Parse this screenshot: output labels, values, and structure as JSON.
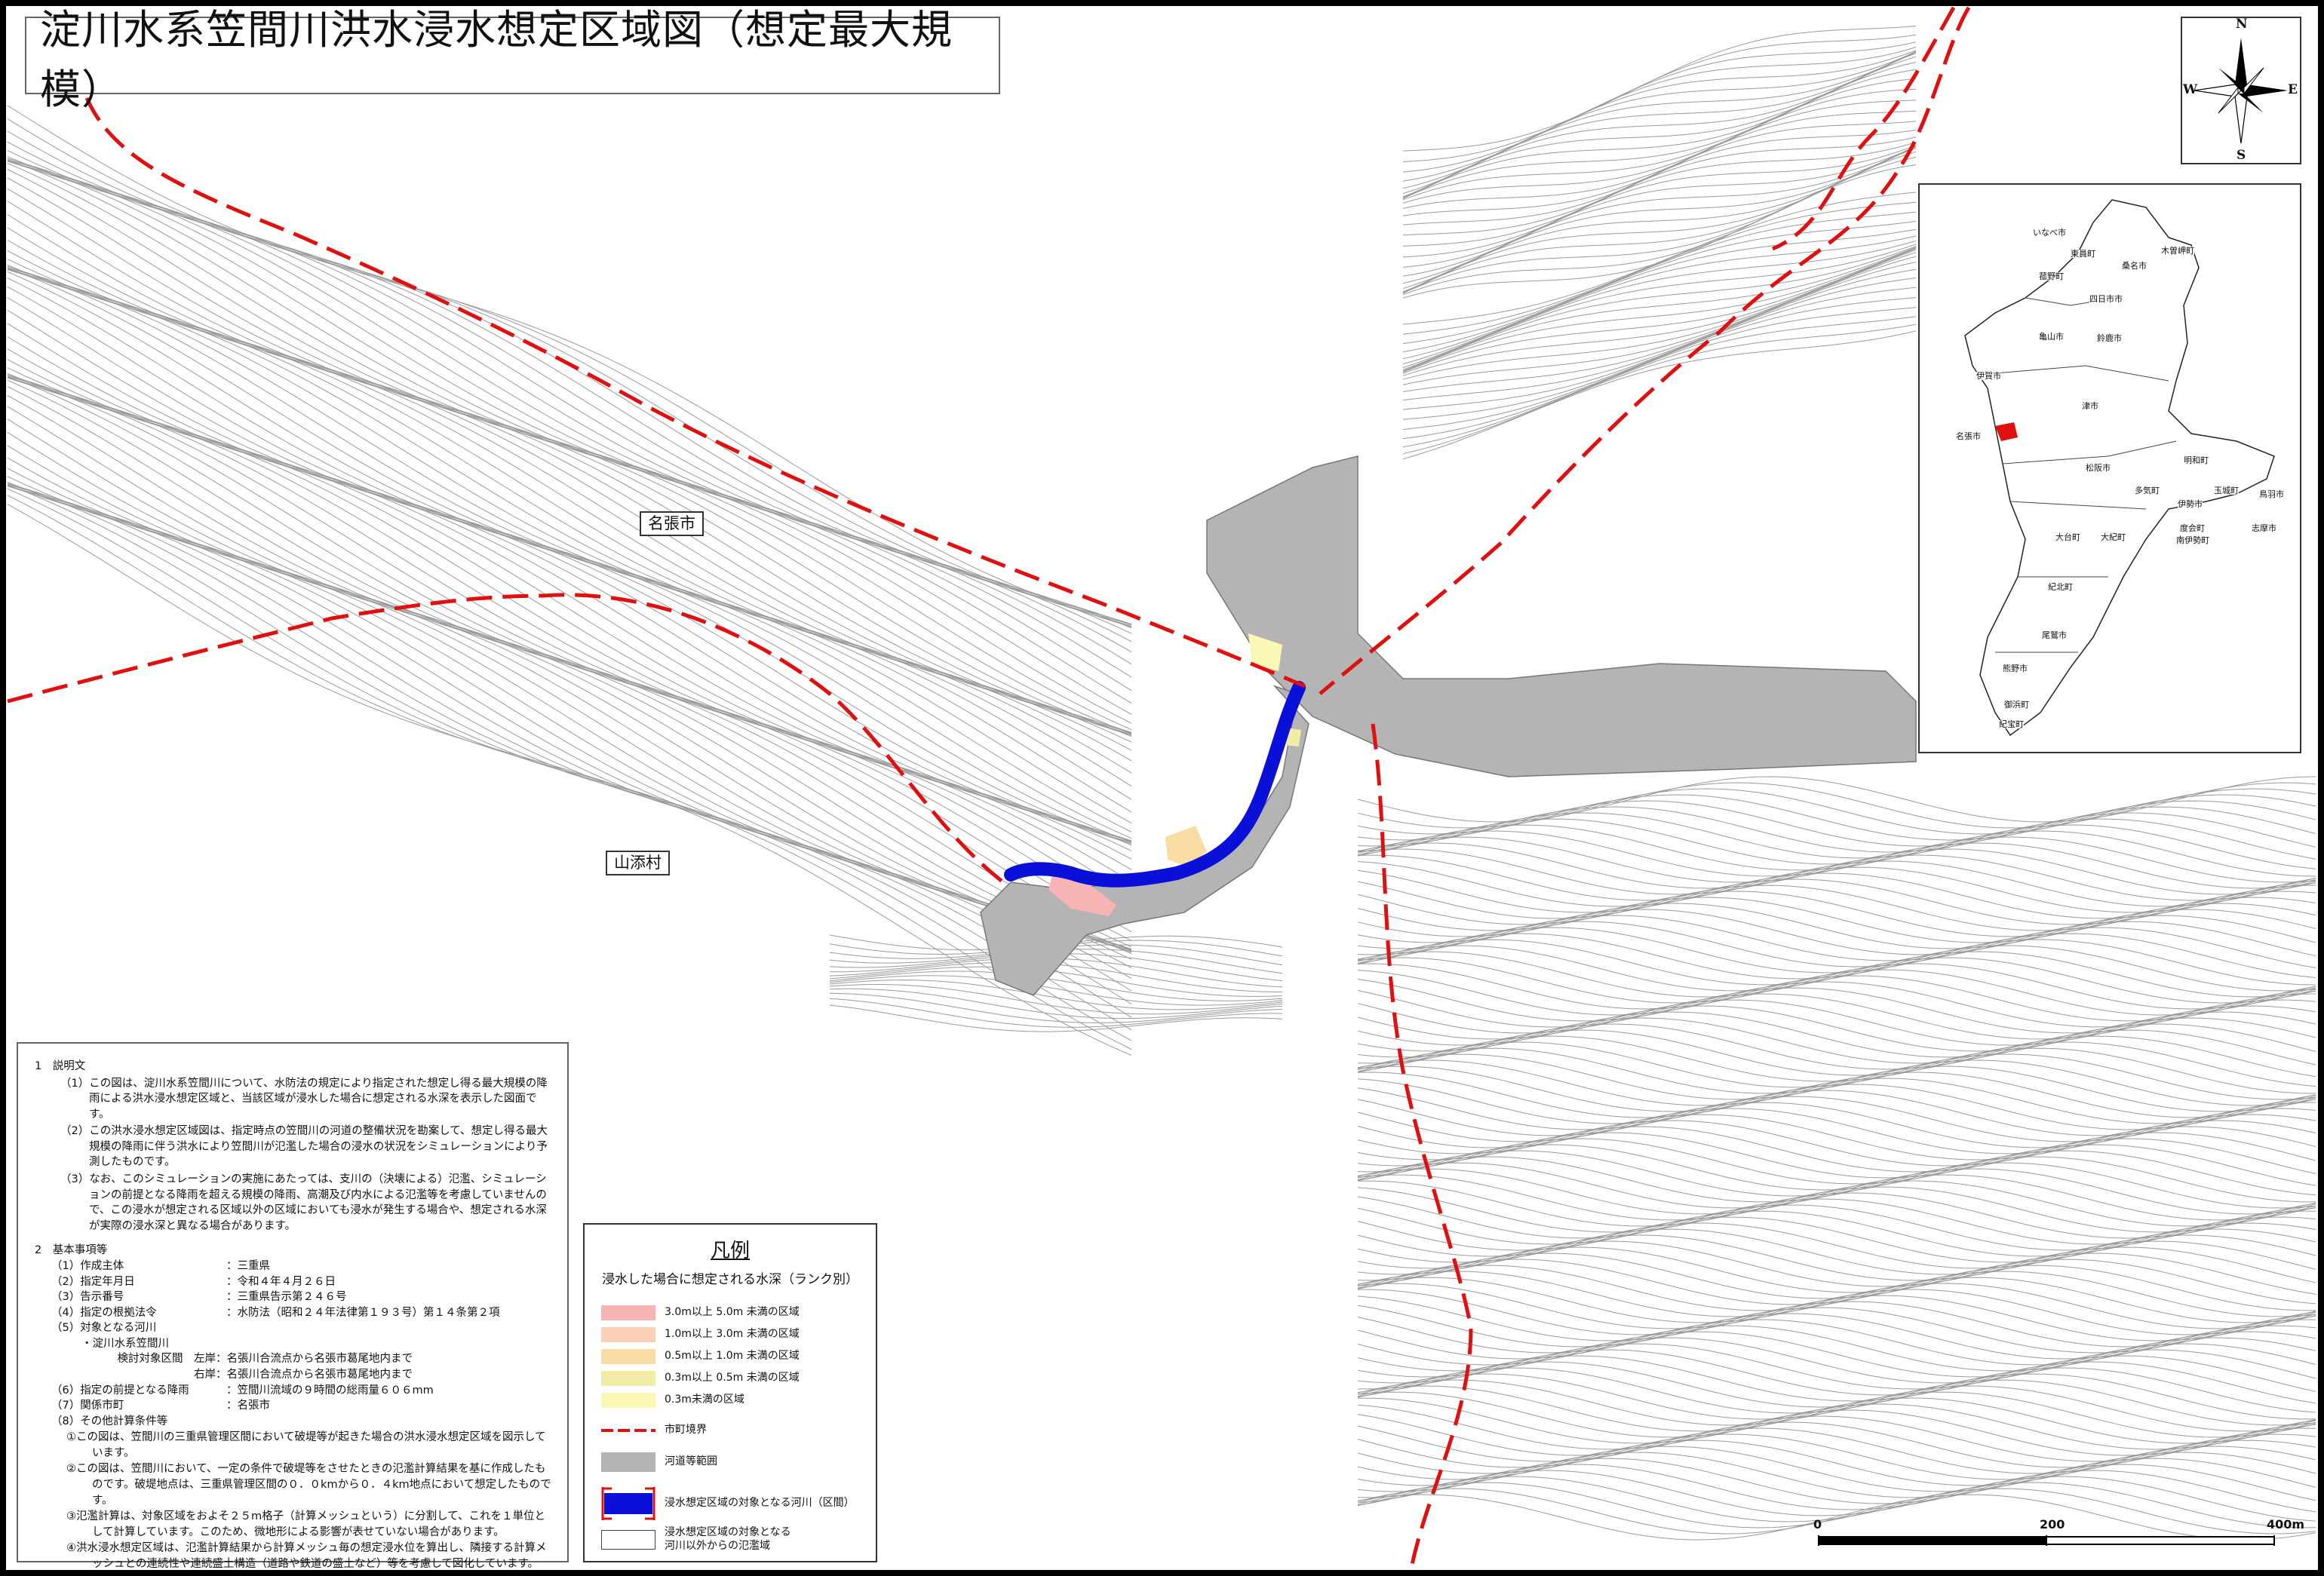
{
  "title": "淀川水系笠間川洪水浸水想定区域図（想定最大規模）",
  "places": {
    "nabari": "名張市",
    "yamazoe": "山添村"
  },
  "compass": {
    "n": "N",
    "s": "S",
    "e": "E",
    "w": "W"
  },
  "inset_labels": [
    "いなべ市",
    "東員町",
    "桑名市",
    "木曽岬町",
    "菰野町",
    "四日市市",
    "亀山市",
    "鈴鹿市",
    "伊賀市",
    "津市",
    "名張市",
    "松阪市",
    "明和町",
    "多気町",
    "伊勢市",
    "玉城町",
    "鳥羽市",
    "度会町",
    "大台町",
    "大紀町",
    "南伊勢町",
    "志摩市",
    "紀北町",
    "尾鷲市",
    "熊野市",
    "御浜町",
    "紀宝町"
  ],
  "notes": {
    "sec1_title": "1　説明文",
    "p1": "（1）この図は、淀川水系笠間川について、水防法の規定により指定された想定し得る最大規模の降雨による洪水浸水想定区域と、当該区域が浸水した場合に想定される水深を表示した図面です。",
    "p2": "（2）この洪水浸水想定区域図は、指定時点の笠間川の河道の整備状況を勘案して、想定し得る最大規模の降雨に伴う洪水により笠間川が氾濫した場合の浸水の状況をシミュレーションにより予測したものです。",
    "p3": "（3）なお、このシミュレーションの実施にあたっては、支川の（決壊による）氾濫、シミュレーションの前提となる降雨を超える規模の降雨、高潮及び内水による氾濫等を考慮していませんので、この浸水が想定される区域以外の区域においても浸水が発生する場合や、想定される水深が実際の浸水深と異なる場合があります。",
    "sec2_title": "2　基本事項等",
    "items": [
      {
        "k": "（1）作成主体",
        "v": "：三重県"
      },
      {
        "k": "（2）指定年月日",
        "v": "：令和４年４月２６日"
      },
      {
        "k": "（3）告示番号",
        "v": "：三重県告示第２４６号"
      },
      {
        "k": "（4）指定の根拠法令",
        "v": "：水防法（昭和２４年法律第１９３号）第１４条第２項"
      },
      {
        "k": "（5）対象となる河川",
        "v": ""
      }
    ],
    "river_line": "・淀川水系笠間川",
    "left_bank": {
      "k": "検討対象区間　左岸",
      "v": "：名張川合流点から名張市葛尾地内まで"
    },
    "right_bank": {
      "k": "右岸",
      "v": "：名張川合流点から名張市葛尾地内まで"
    },
    "items2": [
      {
        "k": "（6）指定の前提となる降雨",
        "v": "：笠間川流域の９時間の総雨量６０６mm"
      },
      {
        "k": "（7）関係市町",
        "v": "：名張市"
      },
      {
        "k": "（8）その他計算条件等",
        "v": ""
      }
    ],
    "c1": "①この図は、笠間川の三重県管理区間において破堤等が起きた場合の洪水浸水想定区域を図示しています。",
    "c2": "②この図は、笠間川において、一定の条件で破堤等をさせたときの氾濫計算結果を基に作成したものです。破堤地点は、三重県管理区間の０．０kmから０．４km地点において想定したものです。",
    "c3": "③氾濫計算は、対象区域をおよそ２５m格子（計算メッシュという）に分割して、これを１単位として計算しています。このため、微地形による影響が表せていない場合があります。",
    "c4": "④洪水浸水想定区域は、氾濫計算結果から計算メッシュ毎の想定浸水位を算出し、隣接する計算メッシュとの連続性や連続盛土構造（道路や鉄道の盛土など）等を考慮して図化しています。"
  },
  "legend": {
    "title": "凡例",
    "subtitle": "浸水した場合に想定される水深（ランク別）",
    "depth_rows": [
      {
        "label": "3.0m以上 5.0m 未満の区域",
        "color": "#f8b4b4"
      },
      {
        "label": "1.0m以上 3.0m 未満の区域",
        "color": "#fbd0bb"
      },
      {
        "label": "0.5m以上 1.0m 未満の区域",
        "color": "#f7dca3"
      },
      {
        "label": "0.3m以上 0.5m 未満の区域",
        "color": "#f2eda6"
      },
      {
        "label": "0.3m未満の区域",
        "color": "#fbf8b5"
      }
    ],
    "boundary_label": "市町境界",
    "channel_label": "河道等範囲",
    "target_river_label": "浸水想定区域の対象となる河川（区間）",
    "other_river_label_1": "浸水想定区域の対象となる",
    "other_river_label_2": "河川以外からの氾濫域"
  },
  "colors": {
    "boundary": "#e01010",
    "channel": "#b4b4b4",
    "target_river": "#0a10d8",
    "contour": "#9a9a9a"
  },
  "scale": {
    "t0": "0",
    "t1": "200",
    "t2": "400m"
  }
}
